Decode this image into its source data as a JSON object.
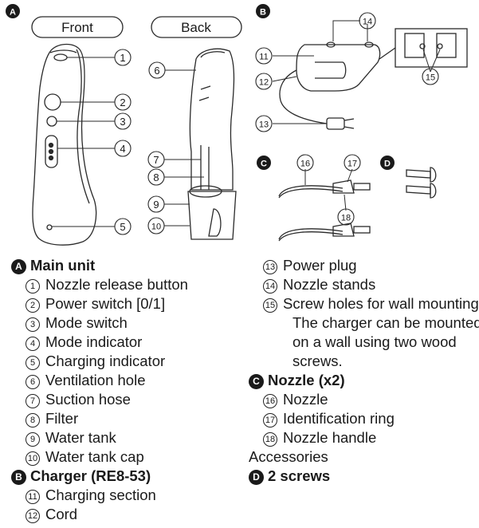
{
  "figure": {
    "sections": {
      "a": "A",
      "b": "B",
      "c": "C",
      "d": "D"
    },
    "front_label": "Front",
    "back_label": "Back",
    "callouts": [
      "1",
      "2",
      "3",
      "4",
      "5",
      "6",
      "7",
      "8",
      "9",
      "10",
      "11",
      "12",
      "13",
      "14",
      "15",
      "16",
      "17",
      "18"
    ]
  },
  "legend": {
    "main_unit": {
      "badge": "A",
      "title": "Main unit",
      "items": [
        {
          "num": "1",
          "text": "Nozzle release button"
        },
        {
          "num": "2",
          "text": "Power switch [0/1]"
        },
        {
          "num": "3",
          "text": "Mode switch"
        },
        {
          "num": "4",
          "text": "Mode indicator"
        },
        {
          "num": "5",
          "text": "Charging indicator"
        },
        {
          "num": "6",
          "text": "Ventilation hole"
        },
        {
          "num": "7",
          "text": "Suction hose"
        },
        {
          "num": "8",
          "text": "Filter"
        },
        {
          "num": "9",
          "text": "Water tank"
        },
        {
          "num": "10",
          "text": "Water tank cap"
        }
      ]
    },
    "charger": {
      "badge": "B",
      "title": "Charger (RE8-53)",
      "items": [
        {
          "num": "11",
          "text": "Charging section"
        },
        {
          "num": "12",
          "text": "Cord"
        },
        {
          "num": "13",
          "text": "Power plug"
        },
        {
          "num": "14",
          "text": "Nozzle stands"
        },
        {
          "num": "15",
          "text": "Screw holes for wall mounting"
        }
      ],
      "note_lines": [
        "The charger can be mounted",
        "on a wall using two wood",
        "screws."
      ]
    },
    "nozzle": {
      "badge": "C",
      "title": "Nozzle (x2)",
      "items": [
        {
          "num": "16",
          "text": "Nozzle"
        },
        {
          "num": "17",
          "text": "Identification ring"
        },
        {
          "num": "18",
          "text": "Nozzle handle"
        }
      ]
    },
    "accessories": "Accessories",
    "screws": {
      "badge": "D",
      "title": "2 screws"
    }
  }
}
